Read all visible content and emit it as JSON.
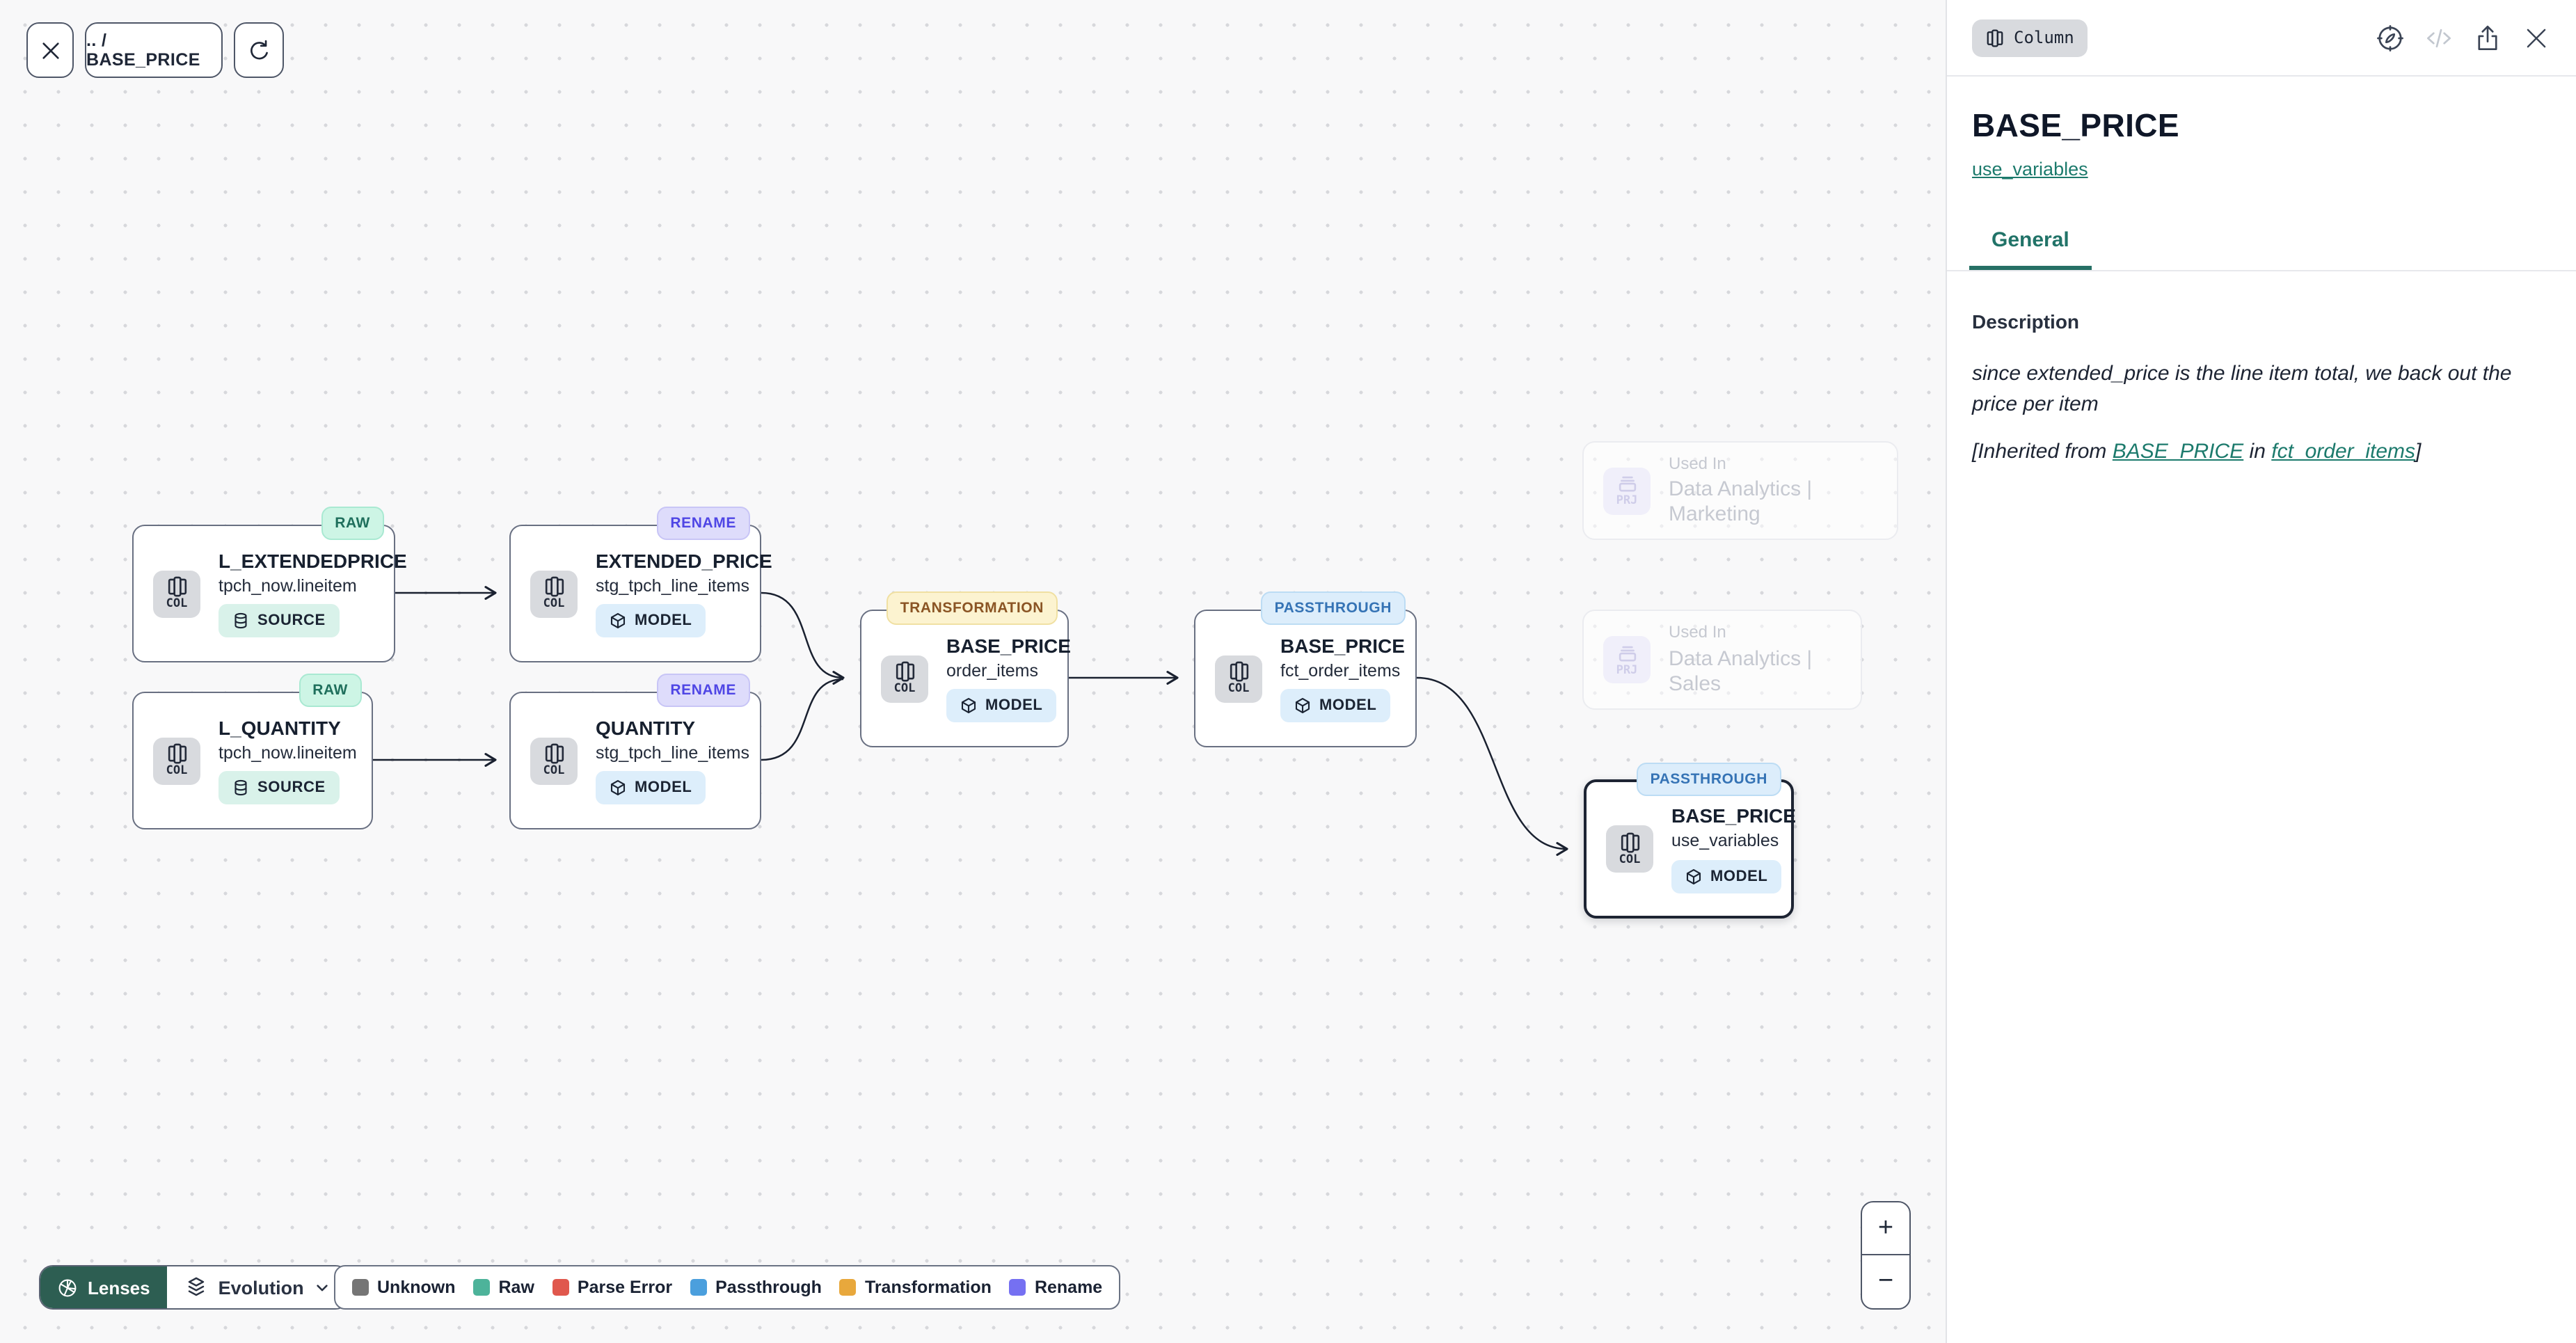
{
  "toolbar": {
    "breadcrumb": ".. / BASE_PRICE"
  },
  "nodes": [
    {
      "badge": "RAW",
      "kind": "COL",
      "title": "L_EXTENDEDPRICE",
      "subtitle": "tpch_now.lineitem",
      "chip": "SOURCE"
    },
    {
      "badge": "RENAME",
      "kind": "COL",
      "title": "EXTENDED_PRICE",
      "subtitle": "stg_tpch_line_items",
      "chip": "MODEL"
    },
    {
      "badge": "RAW",
      "kind": "COL",
      "title": "L_QUANTITY",
      "subtitle": "tpch_now.lineitem",
      "chip": "SOURCE"
    },
    {
      "badge": "RENAME",
      "kind": "COL",
      "title": "QUANTITY",
      "subtitle": "stg_tpch_line_items",
      "chip": "MODEL"
    },
    {
      "badge": "TRANSFORMATION",
      "kind": "COL",
      "title": "BASE_PRICE",
      "subtitle": "order_items",
      "chip": "MODEL"
    },
    {
      "badge": "PASSTHROUGH",
      "kind": "COL",
      "title": "BASE_PRICE",
      "subtitle": "fct_order_items",
      "chip": "MODEL"
    },
    {
      "badge": "PASSTHROUGH",
      "kind": "COL",
      "title": "BASE_PRICE",
      "subtitle": "use_variables",
      "chip": "MODEL"
    }
  ],
  "used_in": [
    {
      "kind": "PRJ",
      "label": "Used In",
      "name": "Data Analytics | Marketing"
    },
    {
      "kind": "PRJ",
      "label": "Used In",
      "name": "Data Analytics | Sales"
    }
  ],
  "lens_bar": {
    "lenses_label": "Lenses",
    "active_lens": "Evolution"
  },
  "legend": {
    "items": [
      {
        "label": "Unknown",
        "color": "#757575"
      },
      {
        "label": "Raw",
        "color": "#4db39a"
      },
      {
        "label": "Parse Error",
        "color": "#e0584d"
      },
      {
        "label": "Passthrough",
        "color": "#4b9fdd"
      },
      {
        "label": "Transformation",
        "color": "#e8a83c"
      },
      {
        "label": "Rename",
        "color": "#7570f2"
      }
    ]
  },
  "zoom_controls": {
    "zoom_in": "+",
    "zoom_out": "−"
  },
  "panel": {
    "type_badge": "Column",
    "title": "BASE_PRICE",
    "model_link": "use_variables",
    "tabs": [
      {
        "label": "General"
      }
    ],
    "description_label": "Description",
    "description_text": "since extended_price is the line item total, we back out the price per item",
    "inherited": {
      "prefix": "[Inherited from ",
      "link_column": "BASE_PRICE",
      "middle": " in ",
      "link_model": "fct_order_items",
      "suffix": "]"
    }
  }
}
